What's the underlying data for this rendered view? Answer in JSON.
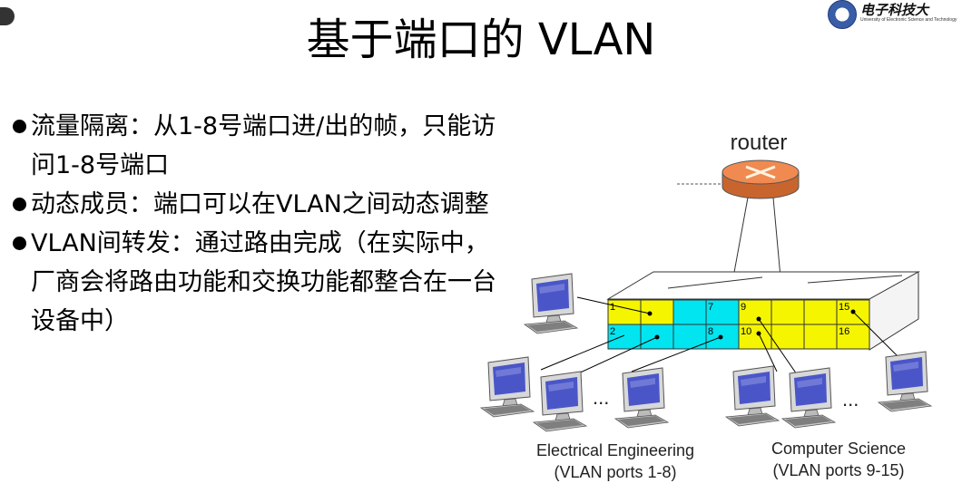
{
  "title": "基于端口的 VLAN",
  "logo": {
    "name": "电子科技大",
    "subtitle": "University of Electronic Science and Technology"
  },
  "bullets": [
    "流量隔离：从1-8号端口进/出的帧，只能访问1-8号端口",
    "动态成员：端口可以在VLAN之间动态调整",
    "VLAN间转发：通过路由完成（在实际中，厂商会将路由功能和交换功能都整合在一台设备中）"
  ],
  "diagram": {
    "router_label": "router",
    "ports": [
      {
        "label": "1",
        "color": "yellow"
      },
      {
        "label": "",
        "color": "yellow"
      },
      {
        "label": "",
        "color": "cyan"
      },
      {
        "label": "7",
        "color": "cyan"
      },
      {
        "label": "9",
        "color": "yellow"
      },
      {
        "label": "",
        "color": "yellow"
      },
      {
        "label": "",
        "color": "yellow"
      },
      {
        "label": "15",
        "color": "yellow"
      },
      {
        "label": "2",
        "color": "cyan"
      },
      {
        "label": "",
        "color": "cyan"
      },
      {
        "label": "",
        "color": "cyan"
      },
      {
        "label": "8",
        "color": "cyan"
      },
      {
        "label": "10",
        "color": "yellow"
      },
      {
        "label": "",
        "color": "yellow"
      },
      {
        "label": "",
        "color": "yellow"
      },
      {
        "label": "16",
        "color": "yellow"
      }
    ],
    "ellipsis": "...",
    "groups": [
      {
        "name": "Electrical Engineering",
        "ports": "(VLAN ports 1-8)"
      },
      {
        "name": "Computer Science",
        "ports": "(VLAN ports 9-15)"
      }
    ],
    "colors": {
      "cyan": "#00e5f0",
      "yellow": "#f5f500",
      "router": "#f08a50",
      "monitor_screen": "#4a56c8"
    }
  }
}
